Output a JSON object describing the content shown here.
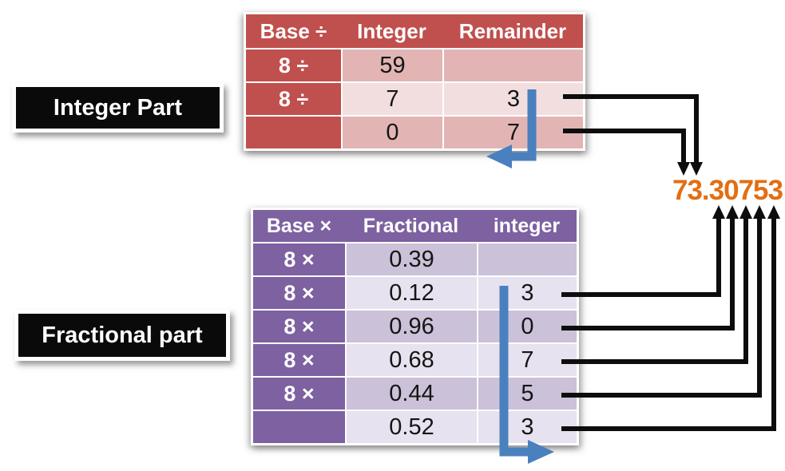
{
  "title_context": "Decimal to octal conversion diagram",
  "labels": {
    "integer_part": "Integer Part",
    "fractional_part": "Fractional part"
  },
  "integer_table": {
    "headers": [
      "Base ÷",
      "Integer",
      "Remainder"
    ],
    "rows": [
      [
        "8 ÷",
        "59",
        ""
      ],
      [
        "8 ÷",
        "7",
        "3"
      ],
      [
        "",
        "0",
        "7"
      ]
    ]
  },
  "fractional_table": {
    "headers": [
      "Base ×",
      "Fractional",
      "integer"
    ],
    "rows": [
      [
        "8 ×",
        "0.39",
        ""
      ],
      [
        "8 ×",
        "0.12",
        "3"
      ],
      [
        "8 ×",
        "0.96",
        "0"
      ],
      [
        "8 ×",
        "0.68",
        "7"
      ],
      [
        "8 ×",
        "0.44",
        "5"
      ],
      [
        "",
        "0.52",
        "3"
      ]
    ]
  },
  "result": {
    "value": "73.30753"
  },
  "icons": {
    "blue_loop_integer": "elbow-arrow-down-left",
    "blue_loop_fraction": "elbow-arrow-down-right",
    "black_connectors": "digit-mapping-arrows"
  },
  "colors": {
    "red_header": "#C0504D",
    "red_row_dark": "#E2B5B4",
    "red_row_light": "#F2DEDE",
    "purple_header": "#7D61A1",
    "purple_row_dark": "#CBC1D8",
    "purple_row_light": "#E7E2EF",
    "arrow_blue": "#4A80BE",
    "arrow_black": "#0d0d0d",
    "result_orange": "#E36E13",
    "label_background": "#0a0a0a",
    "label_text": "#ffffff"
  }
}
